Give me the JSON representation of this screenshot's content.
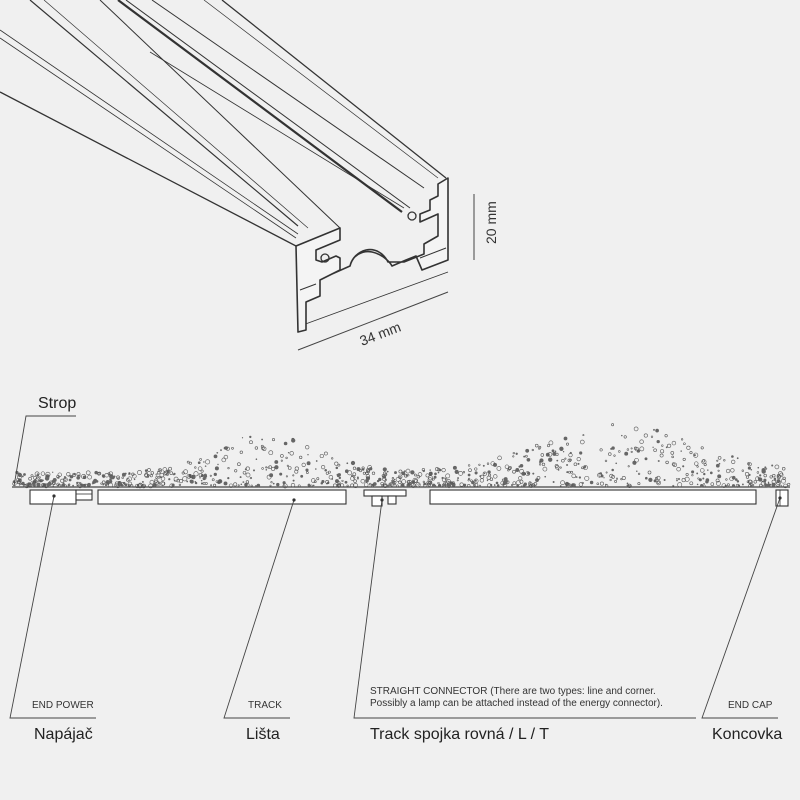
{
  "dimensions": {
    "height_label": "20 mm",
    "width_label": "34 mm"
  },
  "ceiling": {
    "label": "Strop"
  },
  "components": [
    {
      "id": "end-power",
      "caption": "END POWER",
      "name": "Napájač"
    },
    {
      "id": "track",
      "caption": "TRACK",
      "name": "Lišta"
    },
    {
      "id": "straight-connector",
      "caption_line1": "STRAIGHT CONNECTOR (There are two types: line and corner.",
      "caption_line2": "Possibly a lamp can be attached instead of the energy connector).",
      "name": "Track spojka rovná / L / T"
    },
    {
      "id": "end-cap",
      "caption": "END CAP",
      "name": "Koncovka"
    }
  ],
  "colors": {
    "background": "#f0f0f0",
    "line": "#333333",
    "profile_fill": "#f4f4f4"
  }
}
